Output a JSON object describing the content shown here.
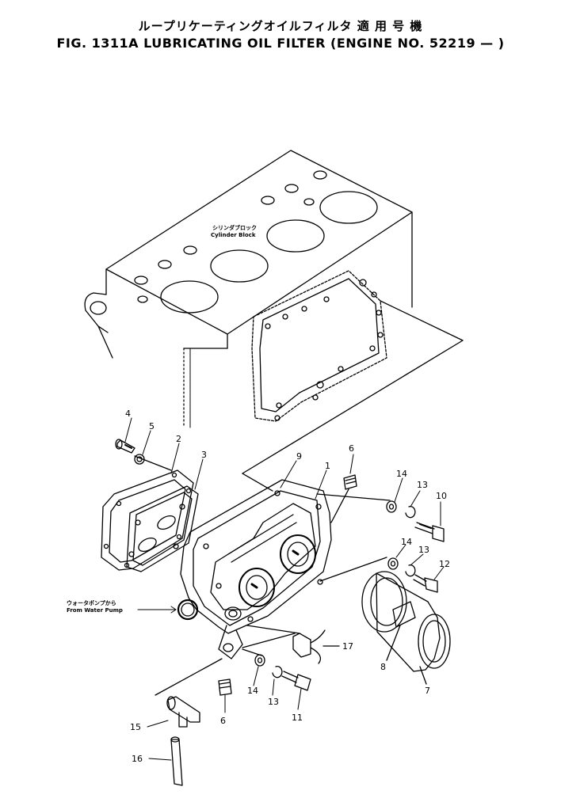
{
  "title_jp": "ループリケーティングオイルフィルタ 適 用 号 機",
  "title_en": "FIG. 1311A  LUBRICATING OIL FILTER (ENGINE NO. 52219 — )",
  "labels": {
    "cylinder_block_jp": "シリンダブロック",
    "cylinder_block_en": "Cylinder Block",
    "from_pump_jp": "ウォータポンプから",
    "from_pump_en": "From Water Pump"
  },
  "part_numbers": {
    "p4": "4",
    "p5": "5",
    "p2": "2",
    "p3": "3",
    "p9": "9",
    "p1": "1",
    "p6a": "6",
    "p14a": "14",
    "p13a": "13",
    "p10": "10",
    "p14b": "14",
    "p13b": "13",
    "p12": "12",
    "p17": "17",
    "p8": "8",
    "p7": "7",
    "p14c": "14",
    "p13c": "13",
    "p11": "11",
    "p6b": "6",
    "p15": "15",
    "p16": "16"
  }
}
